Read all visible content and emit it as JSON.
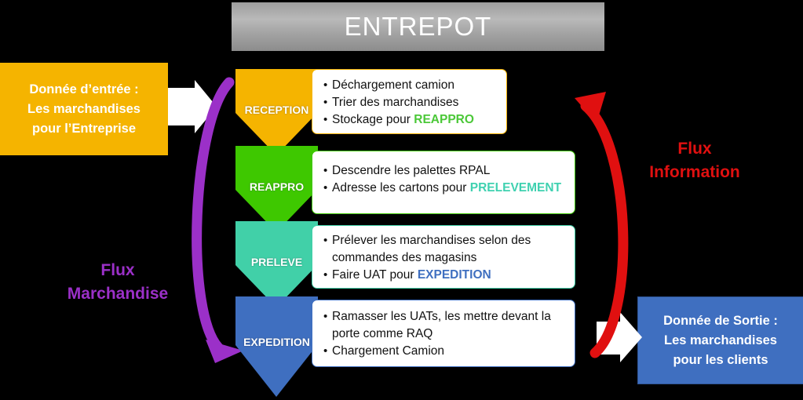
{
  "title": "ENTREPOT",
  "input_box": {
    "lines": [
      "Donnée d’entrée :",
      "Les marchandises",
      "pour l’Entreprise"
    ],
    "color": "#f5b400"
  },
  "output_box": {
    "lines": [
      "Donnée de Sortie :",
      "Les marchandises",
      "pour les clients"
    ],
    "color": "#3f6fc0"
  },
  "flux": {
    "marchandise": {
      "lines": [
        "Flux",
        "Marchandise"
      ],
      "color": "#9b30c8"
    },
    "information": {
      "lines": [
        "Flux",
        "Information"
      ],
      "color": "#e01010"
    }
  },
  "steps": [
    {
      "label": "RECEPTION",
      "color": "#f5b400",
      "items": [
        {
          "text": "Déchargement camion"
        },
        {
          "text": "Trier des marchandises"
        },
        {
          "text": "Stockage pour ",
          "highlight": "REAPPRO",
          "highlight_color": "#4bc838"
        }
      ]
    },
    {
      "label": "REAPPRO",
      "color": "#3ec800",
      "items": [
        {
          "text": "Descendre les palettes  RPAL"
        },
        {
          "text": "Adresse les cartons pour ",
          "highlight": "PRELEVEMENT",
          "highlight_color": "#3fd1b0"
        }
      ]
    },
    {
      "label": "PRELEVE",
      "color": "#41d0a8",
      "items": [
        {
          "text": "Prélever les marchandises selon des commandes des magasins"
        },
        {
          "text": "Faire UAT pour ",
          "highlight": "EXPEDITION",
          "highlight_color": "#3f6fc0"
        }
      ]
    },
    {
      "label": "EXPEDITION",
      "color": "#3f6fc0",
      "items": [
        {
          "text": "Ramasser les UATs, les mettre devant la porte comme RAQ"
        },
        {
          "text": "Chargement Camion"
        }
      ]
    }
  ]
}
